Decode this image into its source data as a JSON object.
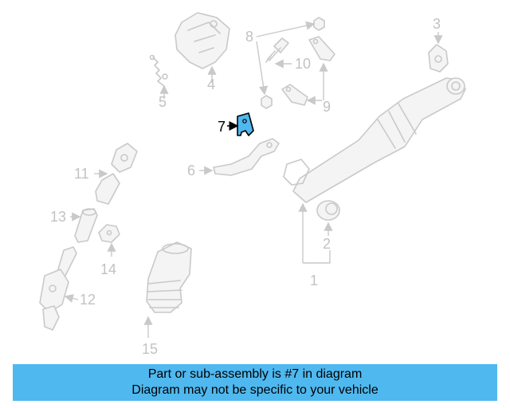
{
  "callouts": {
    "c1": "1",
    "c2": "2",
    "c3": "3",
    "c4": "4",
    "c5": "5",
    "c6": "6",
    "c7": "7",
    "c8": "8",
    "c9": "9",
    "c10": "10",
    "c11": "11",
    "c12": "12",
    "c13": "13",
    "c14": "14",
    "c15": "15"
  },
  "highlighted_part": "7",
  "colors": {
    "highlight": "#4fb8ef",
    "part_outline": "#c9c9c9",
    "callout_text": "#c2c2c2"
  },
  "banner": {
    "line1": "Part or sub-assembly is #7 in diagram",
    "line2": "Diagram may not be specific to your vehicle"
  }
}
